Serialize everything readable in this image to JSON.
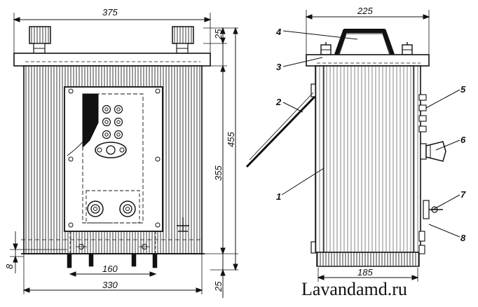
{
  "dimensions": {
    "front_width": "375",
    "front_top_plate": "25",
    "front_total_height": "455",
    "front_body_height": "355",
    "front_base_height": "8",
    "front_mount_spacing": "160",
    "front_base_width": "330",
    "front_bottom_offset": "25",
    "side_width": "225",
    "side_base_width": "185"
  },
  "callouts": [
    "1",
    "2",
    "3",
    "4",
    "5",
    "6",
    "7",
    "8"
  ],
  "watermark": "Lavandamd.ru"
}
